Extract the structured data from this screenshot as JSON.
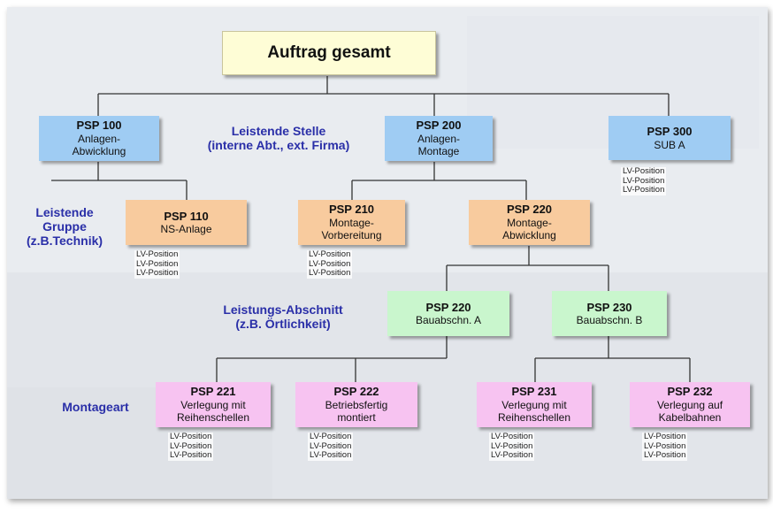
{
  "top": {
    "title": "Auftrag gesamt"
  },
  "labels": {
    "leistende_stelle": "Leistende Stelle",
    "leistende_stelle_sub": "(interne Abt., ext. Firma)",
    "leistende_gruppe_1": "Leistende",
    "leistende_gruppe_2": "Gruppe",
    "leistende_gruppe_3": "(z.B.Technik)",
    "leistungs_abschnitt": "Leistungs-Abschnitt",
    "leistungs_abschnitt_sub": "(z.B. Örtlichkeit)",
    "montageart": "Montageart"
  },
  "lv": "LV-Position",
  "boxes": {
    "psp100": {
      "title": "PSP 100",
      "l1": "Anlagen-",
      "l2": "Abwicklung"
    },
    "psp200": {
      "title": "PSP 200",
      "l1": "Anlagen-",
      "l2": "Montage"
    },
    "psp300": {
      "title": "PSP 300",
      "l1": "SUB A"
    },
    "psp110": {
      "title": "PSP 110",
      "l1": "NS-Anlage"
    },
    "psp210": {
      "title": "PSP 210",
      "l1": "Montage-",
      "l2": "Vorbereitung"
    },
    "psp220a": {
      "title": "PSP 220",
      "l1": "Montage-",
      "l2": "Abwicklung"
    },
    "psp220b": {
      "title": "PSP 220",
      "l1": "Bauabschn. A"
    },
    "psp230": {
      "title": "PSP 230",
      "l1": "Bauabschn. B"
    },
    "psp221": {
      "title": "PSP 221",
      "l1": "Verlegung mit",
      "l2": "Reihenschellen"
    },
    "psp222": {
      "title": "PSP 222",
      "l1": "Betriebsfertig",
      "l2": "montiert"
    },
    "psp231": {
      "title": "PSP 231",
      "l1": "Verlegung mit",
      "l2": "Reihenschellen"
    },
    "psp232": {
      "title": "PSP 232",
      "l1": "Verlegung auf",
      "l2": "Kabelbahnen"
    }
  },
  "colors": {
    "top": "#fefdd6",
    "level1": "#9fccf3",
    "level2": "#f8cb9e",
    "level3": "#c9f6cd",
    "level4": "#f7c3f1",
    "label": "#2a2fa8"
  }
}
